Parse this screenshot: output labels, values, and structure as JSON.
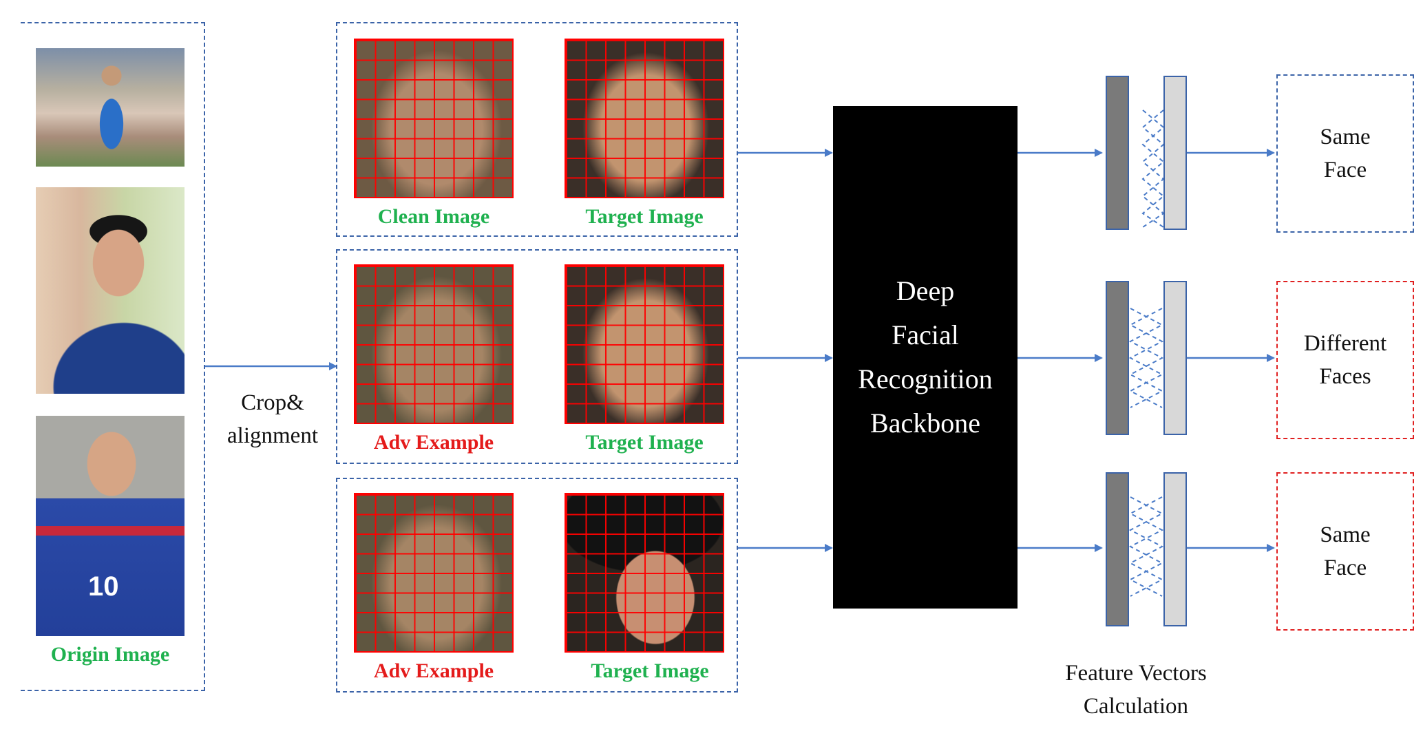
{
  "origin": {
    "caption": "Origin Image"
  },
  "crop_label": [
    "Crop&",
    "alignment"
  ],
  "rows": [
    {
      "left_caption": "Clean Image",
      "left_color": "#1fb14f",
      "right_caption": "Target Image",
      "result": [
        "Same",
        "Face"
      ],
      "result_border": "#3b63a8"
    },
    {
      "left_caption": "Adv Example",
      "left_color": "#e41b1b",
      "right_caption": "Target Image",
      "result": [
        "Different",
        "Faces"
      ],
      "result_border": "#e02020"
    },
    {
      "left_caption": "Adv Example",
      "left_color": "#e41b1b",
      "right_caption": "Target Image",
      "result": [
        "Same",
        "Face"
      ],
      "result_border": "#e02020"
    }
  ],
  "backbone": {
    "lines": [
      "Deep",
      "Facial",
      "Recognition",
      "Backbone"
    ]
  },
  "feature_label": [
    "Feature Vectors",
    "Calculation"
  ],
  "colors": {
    "arrow": "#4a7bc8",
    "dashed_box": "#3b63a8",
    "grid": "#ff0000",
    "green": "#1fb14f",
    "red": "#e41b1b"
  }
}
